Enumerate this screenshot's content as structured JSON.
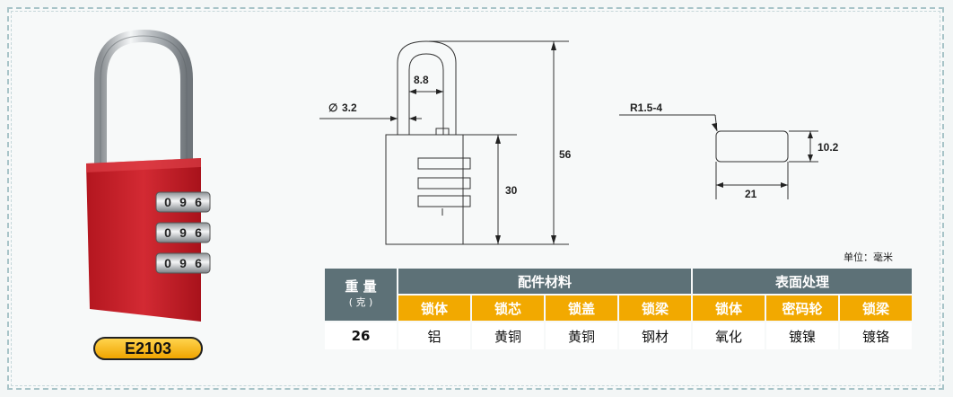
{
  "product": {
    "model": "E2103",
    "dials": [
      [
        "0",
        "9",
        "6"
      ],
      [
        "0",
        "9",
        "6"
      ],
      [
        "0",
        "9",
        "6"
      ]
    ]
  },
  "drawing": {
    "labels": {
      "shackle_diameter": "3.2",
      "shackle_inner_width": "8.8",
      "total_height": "56",
      "body_height": "30",
      "corner_radius": "R1.5-4",
      "body_thickness": "10.2",
      "body_width": "21"
    },
    "diameter_symbol": "∅",
    "unit_note": "单位：毫米"
  },
  "table": {
    "weight_header": "重 量",
    "weight_sub": "( 克 )",
    "group_parts": "配件材料",
    "group_surface": "表面处理",
    "items": [
      "锁体",
      "锁芯",
      "锁盖",
      "锁梁",
      "锁体",
      "密码轮",
      "锁梁"
    ],
    "row": [
      "26",
      "铝",
      "黄铜",
      "黄铜",
      "钢材",
      "氧化",
      "镀镍",
      "镀铬"
    ]
  },
  "colors": {
    "lock_red": "#c8202a",
    "header_gray": "#5d7177",
    "header_orange": "#f2a900",
    "badge_yellow": "#ffc72c"
  }
}
